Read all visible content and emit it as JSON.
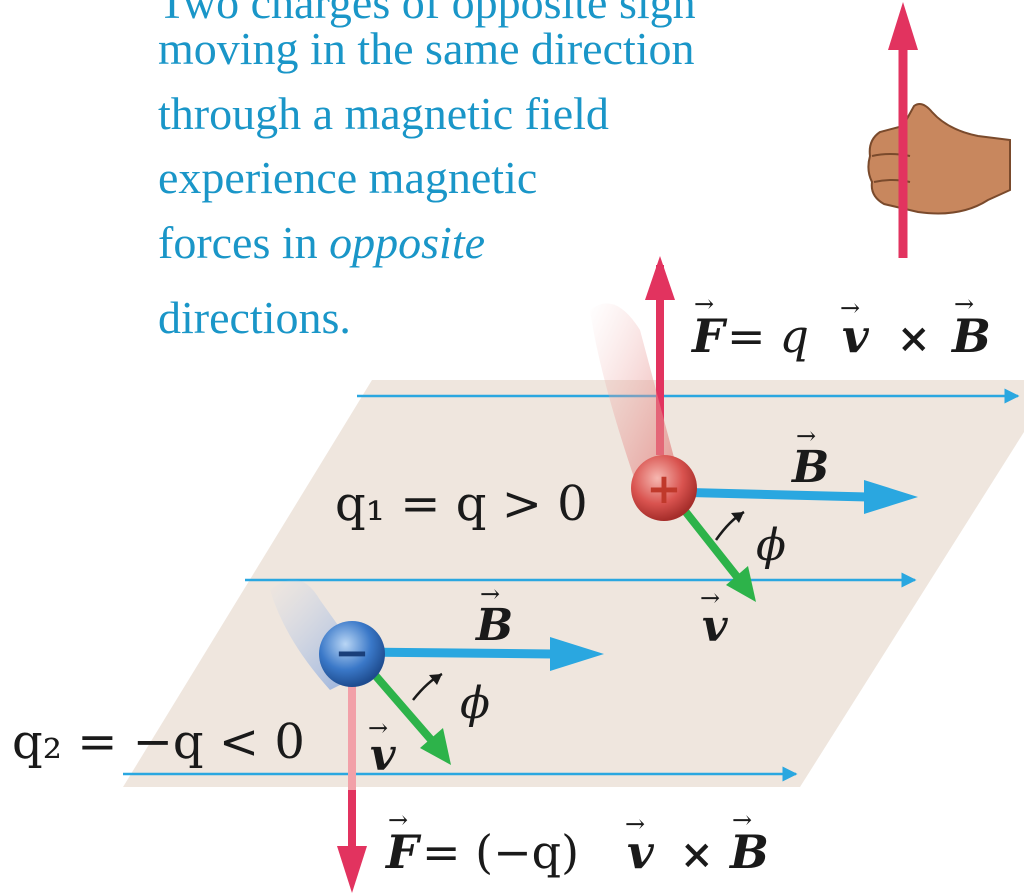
{
  "caption": {
    "line0": "Two charges of opposite sign",
    "line1": "moving in the same direction",
    "line2": "through a magnetic field",
    "line3": "experience magnetic",
    "line4a": "forces in ",
    "line4b": "opposite",
    "line5": "directions."
  },
  "symbols": {
    "F": "F",
    "B": "B",
    "v": "v",
    "q": "q",
    "phi": "ϕ",
    "times": "×",
    "equals": "=",
    "plus": "+",
    "minus": "−",
    "vec_arrow": "→"
  },
  "labels": {
    "q1_label": "q₁ = q > 0",
    "q2_label": "q₂ = −q < 0",
    "force1_mid": " = q",
    "force2_mid": " = (−q)"
  },
  "colors": {
    "caption": "#1a96c8",
    "field_lines": "#2aa7e0",
    "plane": "#efe6de",
    "force": "#e2335f",
    "velocity": "#2db34a",
    "positive_charge": "#d9534f",
    "negative_charge": "#3a78c8",
    "skin": "#c8875e"
  }
}
